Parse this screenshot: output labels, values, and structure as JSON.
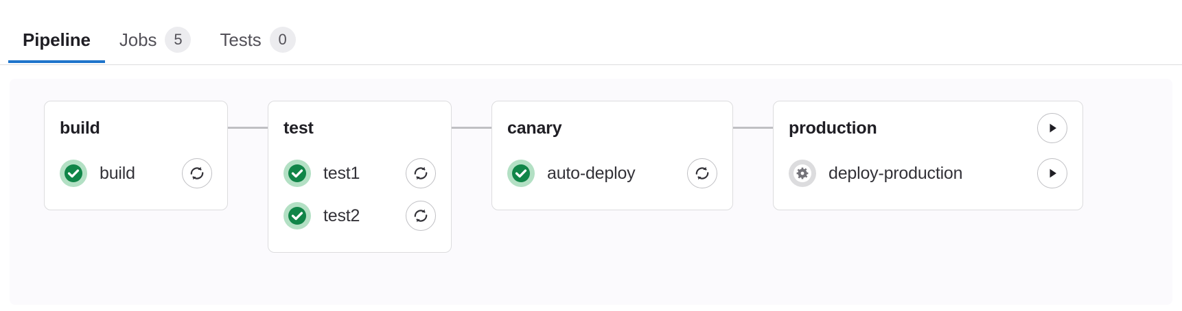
{
  "tabs": [
    {
      "label": "Pipeline",
      "badge": null,
      "active": true,
      "name": "tab-pipeline"
    },
    {
      "label": "Jobs",
      "badge": "5",
      "active": false,
      "name": "tab-jobs"
    },
    {
      "label": "Tests",
      "badge": "0",
      "active": false,
      "name": "tab-tests"
    }
  ],
  "colors": {
    "accent": "#1f75cb",
    "success": "#108548",
    "success_halo": "#b3e0c4",
    "manual": "#737278",
    "manual_halo": "#dcdcde",
    "panel_bg": "#fbfafd",
    "card_border": "#dcdcde",
    "connector": "#bfbfc3"
  },
  "pipeline": {
    "stages": [
      {
        "name": "build",
        "title": "build",
        "header_action": null,
        "jobs": [
          {
            "name": "build",
            "status": "success",
            "status_icon": "check-circle-icon",
            "action": "retry",
            "action_icon": "retry-icon"
          }
        ]
      },
      {
        "name": "test",
        "title": "test",
        "header_action": null,
        "jobs": [
          {
            "name": "test1",
            "status": "success",
            "status_icon": "check-circle-icon",
            "action": "retry",
            "action_icon": "retry-icon"
          },
          {
            "name": "test2",
            "status": "success",
            "status_icon": "check-circle-icon",
            "action": "retry",
            "action_icon": "retry-icon"
          }
        ]
      },
      {
        "name": "canary",
        "title": "canary",
        "header_action": null,
        "jobs": [
          {
            "name": "auto-deploy",
            "status": "success",
            "status_icon": "check-circle-icon",
            "action": "retry",
            "action_icon": "retry-icon"
          }
        ]
      },
      {
        "name": "production",
        "title": "production",
        "header_action": "play",
        "header_action_icon": "play-icon",
        "jobs": [
          {
            "name": "deploy-production",
            "status": "manual",
            "status_icon": "gear-circle-icon",
            "action": "play",
            "action_icon": "play-icon"
          }
        ]
      }
    ]
  }
}
